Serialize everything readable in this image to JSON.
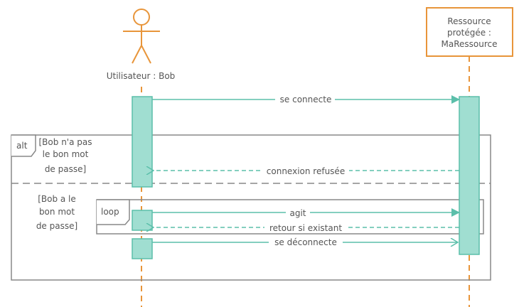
{
  "colors": {
    "lifeline": "#E8953A",
    "activation_fill": "#A0DED1",
    "activation_stroke": "#5BBFAA",
    "message": "#5BBFAA",
    "frame": "#888888",
    "text": "#555555"
  },
  "participants": {
    "actor": {
      "label": "Utilisateur : Bob",
      "icon": "actor-icon"
    },
    "resource": {
      "lines": [
        "Ressource",
        "protégée :",
        "MaRessource"
      ]
    }
  },
  "frames": {
    "alt": {
      "keyword": "alt",
      "guard1": [
        "[Bob n'a pas",
        "le bon mot",
        "de passe]"
      ],
      "guard2": [
        "[Bob a le",
        "bon mot",
        "de passe]"
      ]
    },
    "loop": {
      "keyword": "loop"
    }
  },
  "messages": {
    "connect": "se connecte",
    "refused": "connexion refusée",
    "act": "agit",
    "return": "retour si existant",
    "disconnect": "se déconnecte"
  }
}
